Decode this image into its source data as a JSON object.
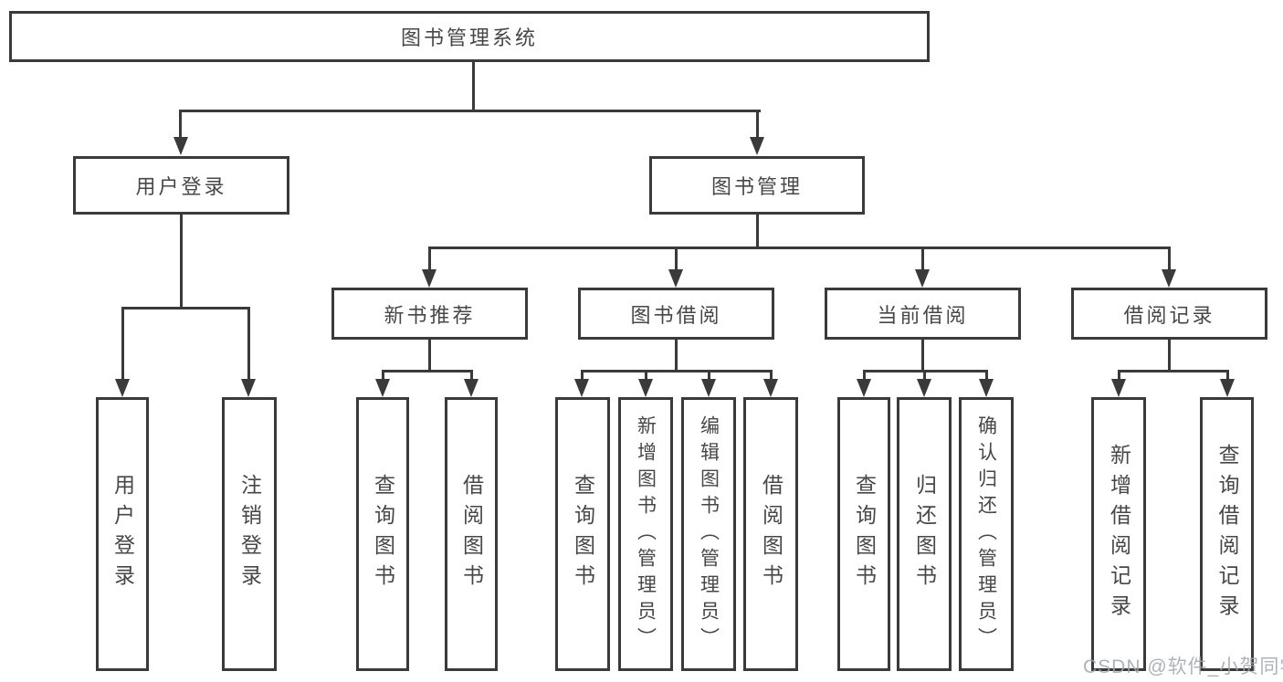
{
  "colors": {
    "line": "#3a3a3a",
    "text": "#474747",
    "watermark": "#a2a6ab",
    "background": "#ffffff"
  },
  "tree": {
    "root": {
      "label": "图书管理系统"
    },
    "branches": [
      {
        "label": "用户登录",
        "children": [
          {
            "label": "用户登录"
          },
          {
            "label": "注销登录"
          }
        ]
      },
      {
        "label": "图书管理",
        "children": [
          {
            "label": "新书推荐",
            "children": [
              {
                "label": "查询图书"
              },
              {
                "label": "借阅图书"
              }
            ]
          },
          {
            "label": "图书借阅",
            "children": [
              {
                "label": "查询图书"
              },
              {
                "label": "新增图书（管理员）"
              },
              {
                "label": "编辑图书（管理员）"
              },
              {
                "label": "借阅图书"
              }
            ]
          },
          {
            "label": "当前借阅",
            "children": [
              {
                "label": "查询图书"
              },
              {
                "label": "归还图书"
              },
              {
                "label": "确认归还（管理员）"
              }
            ]
          },
          {
            "label": "借阅记录",
            "children": [
              {
                "label": "新增借阅记录"
              },
              {
                "label": "查询借阅记录"
              }
            ]
          }
        ]
      }
    ]
  },
  "watermark": {
    "text": "CSDN @软件_小贺同学"
  }
}
